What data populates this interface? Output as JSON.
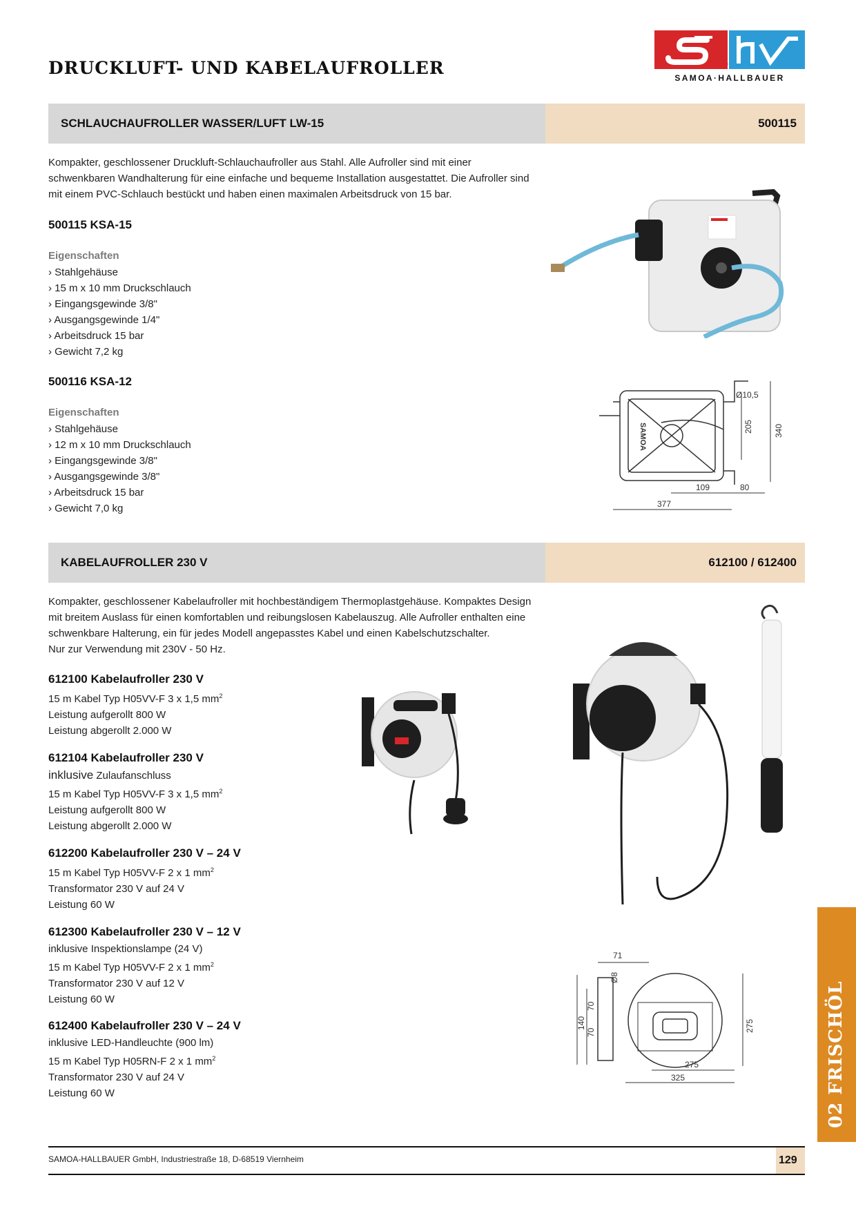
{
  "header": {
    "title": "DRUCKLUFT- UND KABELAUFROLLER",
    "logo_text": "SAMOA·HALLBAUER",
    "logo_red_color": "#d7262a",
    "logo_blue_color": "#2d9cd6"
  },
  "section1": {
    "title": "SCHLAUCHAUFROLLER WASSER/LUFT LW-15",
    "code": "500115",
    "intro": [
      "Kompakter, geschlossener Druckluft-Schlauchaufroller aus Stahl. Alle Aufroller sind mit einer",
      "schwenkbaren Wandhalterung für eine einfache und bequeme Installation ausgestattet. Die Aufroller sind",
      "mit einem PVC-Schlauch bestückt und haben einen maximalen Arbeitsdruck von 15 bar."
    ],
    "products": [
      {
        "heading": "500115  KSA-15",
        "props_label": "Eigenschaften",
        "props": [
          "› Stahlgehäuse",
          "› 15 m x 10 mm Druckschlauch",
          "› Eingangsgewinde 3/8\"",
          "› Ausgangsgewinde 1/4\"",
          "› Arbeitsdruck 15 bar",
          "› Gewicht 7,2 kg"
        ]
      },
      {
        "heading": "500116  KSA-12",
        "props_label": "Eigenschaften",
        "props": [
          "› Stahlgehäuse",
          "› 12 m x 10 mm Druckschlauch",
          "› Eingangsgewinde 3/8\"",
          "› Ausgangsgewinde 3/8\"",
          "› Arbeitsdruck 15 bar",
          "› Gewicht 7,0 kg"
        ]
      }
    ],
    "drawing": {
      "dims": [
        "Ø10,5",
        "205",
        "340",
        "109",
        "80",
        "377"
      ],
      "brand": "SAMOA"
    }
  },
  "section2": {
    "title": "KABELAUFROLLER 230 V",
    "code": "612100 / 612400",
    "intro": [
      "Kompakter, geschlossener Kabelaufroller mit hochbeständigem Thermoplastgehäuse. Kompaktes Design",
      "mit breitem Auslass für einen komfortablen und reibungslosen Kabelauszug. Alle Aufroller enthalten eine",
      "schwenkbare Halterung, ein für jedes Modell angepasstes Kabel und einen Kabelschutzschalter.",
      "Nur zur Verwendung mit 230V - 50 Hz."
    ],
    "items": [
      {
        "heading": "612100  Kabelaufroller 230 V",
        "line1_a": "15 m Kabel Typ H05VV-F 3 x 1,5 mm",
        "line1_sup": "2",
        "lines": [
          "Leistung aufgerollt 800 W",
          "Leistung abgerollt 2.000 W"
        ]
      },
      {
        "heading": "612104  Kabelaufroller 230 V",
        "pre_big": "inklusive",
        "pre_rest": " Zulaufanschluss",
        "line1_a": "15 m Kabel Typ H05VV-F 3 x 1,5 mm",
        "line1_sup": "2",
        "lines": [
          "Leistung aufgerollt 800 W",
          "Leistung abgerollt 2.000 W"
        ]
      },
      {
        "heading": "612200  Kabelaufroller 230 V – 24 V",
        "line1_a": "15 m Kabel Typ H05VV-F 2 x 1 mm",
        "line1_sup": "2",
        "lines": [
          "Transformator 230 V auf 24 V",
          "Leistung 60 W"
        ]
      },
      {
        "heading": "612300  Kabelaufroller 230 V – 12 V",
        "pre_line": "inklusive Inspektionslampe (24 V)",
        "line1_a": "15 m Kabel Typ H05VV-F 2 x 1 mm",
        "line1_sup": "2",
        "lines": [
          "Transformator 230 V auf 12 V",
          "Leistung 60 W"
        ]
      },
      {
        "heading": "612400  Kabelaufroller 230 V – 24 V",
        "pre_line": "inklusive LED-Handleuchte (900 lm)",
        "line1_a": "15 m Kabel Typ H05RN-F 2 x 1 mm",
        "line1_sup": "2",
        "lines": [
          "Transformator 230 V auf 24 V",
          "Leistung 60 W"
        ]
      }
    ],
    "drawing": {
      "dims": [
        "71",
        "Ø8",
        "70",
        "70",
        "140",
        "275",
        "275",
        "325"
      ]
    }
  },
  "side_tab": {
    "label": "02 FRISCHÖL",
    "color": "#dd8a23"
  },
  "footer": {
    "address": "SAMOA-HALLBAUER GmbH, Industriestraße 18, D-68519 Viernheim",
    "page_number": "129"
  }
}
